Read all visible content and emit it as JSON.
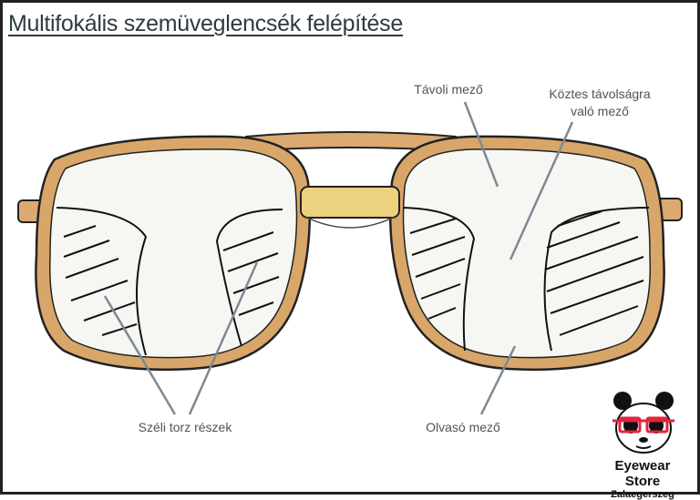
{
  "title": "Multifokális szemüveglencsék felépítése",
  "labels": {
    "far": "Távoli mező",
    "intermediate_line1": "Köztes távolságra",
    "intermediate_line2": "való mező",
    "peripheral": "Széli torz részek",
    "reading": "Olvasó mező"
  },
  "logo": {
    "name": "Eyewear Store",
    "city": "Zalaegerszeg"
  },
  "colors": {
    "frame": "#d9a66a",
    "frame_dark": "#b9864d",
    "bridge": "#ecd27e",
    "leader": "#7d8a94",
    "logo_glasses": "#e0263f"
  }
}
